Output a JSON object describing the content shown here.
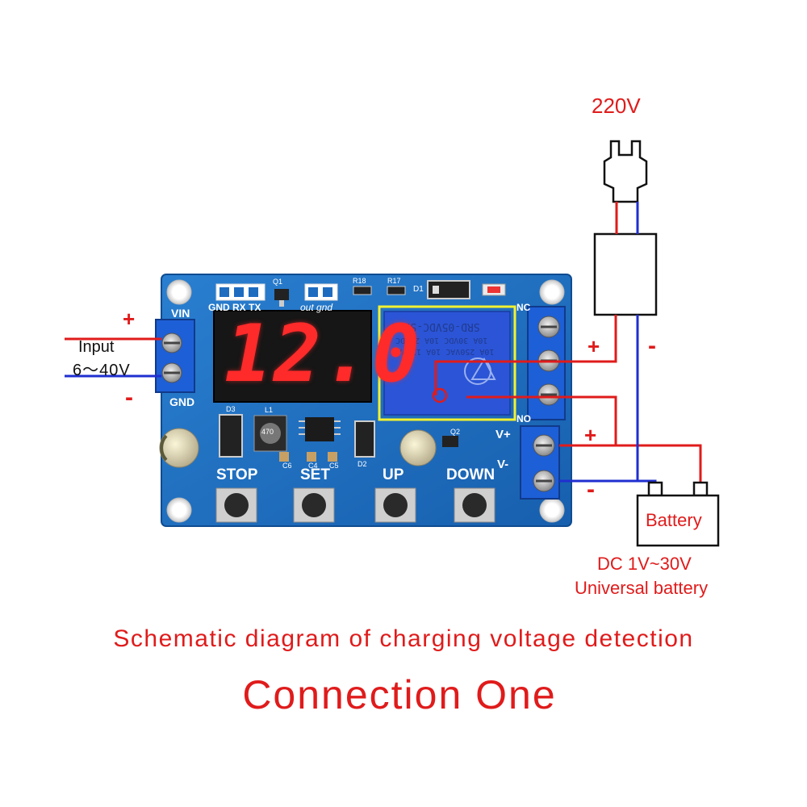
{
  "voltage_source": "220V",
  "input": {
    "plus": "+",
    "minus": "-",
    "label": "Input",
    "range": "6～40V"
  },
  "board": {
    "vin": "VIN",
    "gnd": "GND",
    "display": "12.0",
    "header_left": "GND RX TX",
    "header_mid": "out gnd",
    "q1": "Q1",
    "r18": "R18",
    "r17": "R17",
    "d1": "D1",
    "d3": "D3",
    "l1": "L1",
    "l1_value": "470",
    "c6": "C6",
    "c4": "C4",
    "c5": "C5",
    "d2": "D2",
    "q2": "Q2",
    "nc": "NC",
    "no": "NO",
    "vplus": "V+",
    "vminus": "V-",
    "relay_model": "SRD-05VDC-SL-C",
    "relay_line1": "10A 250VAC  10A 125VAC",
    "relay_line2": "10A 30VDC  10A 28VDC",
    "buttons": [
      "STOP",
      "SET",
      "UP",
      "DOWN"
    ]
  },
  "charger": {
    "plus": "+",
    "minus": "-"
  },
  "battery_side": {
    "plus": "+",
    "minus": "-"
  },
  "battery": {
    "label": "Battery",
    "spec_line1": "DC 1V~30V",
    "spec_line2": "Universal battery"
  },
  "caption": "Schematic diagram of charging voltage detection",
  "title": "Connection One",
  "colors": {
    "wire_red": "#e01b1b",
    "wire_blue": "#1f2fd0",
    "pcb": "#1e6cc0",
    "terminal": "#1d5fd6",
    "digit": "#ff2a2a",
    "relay_box": "#f2f230"
  }
}
